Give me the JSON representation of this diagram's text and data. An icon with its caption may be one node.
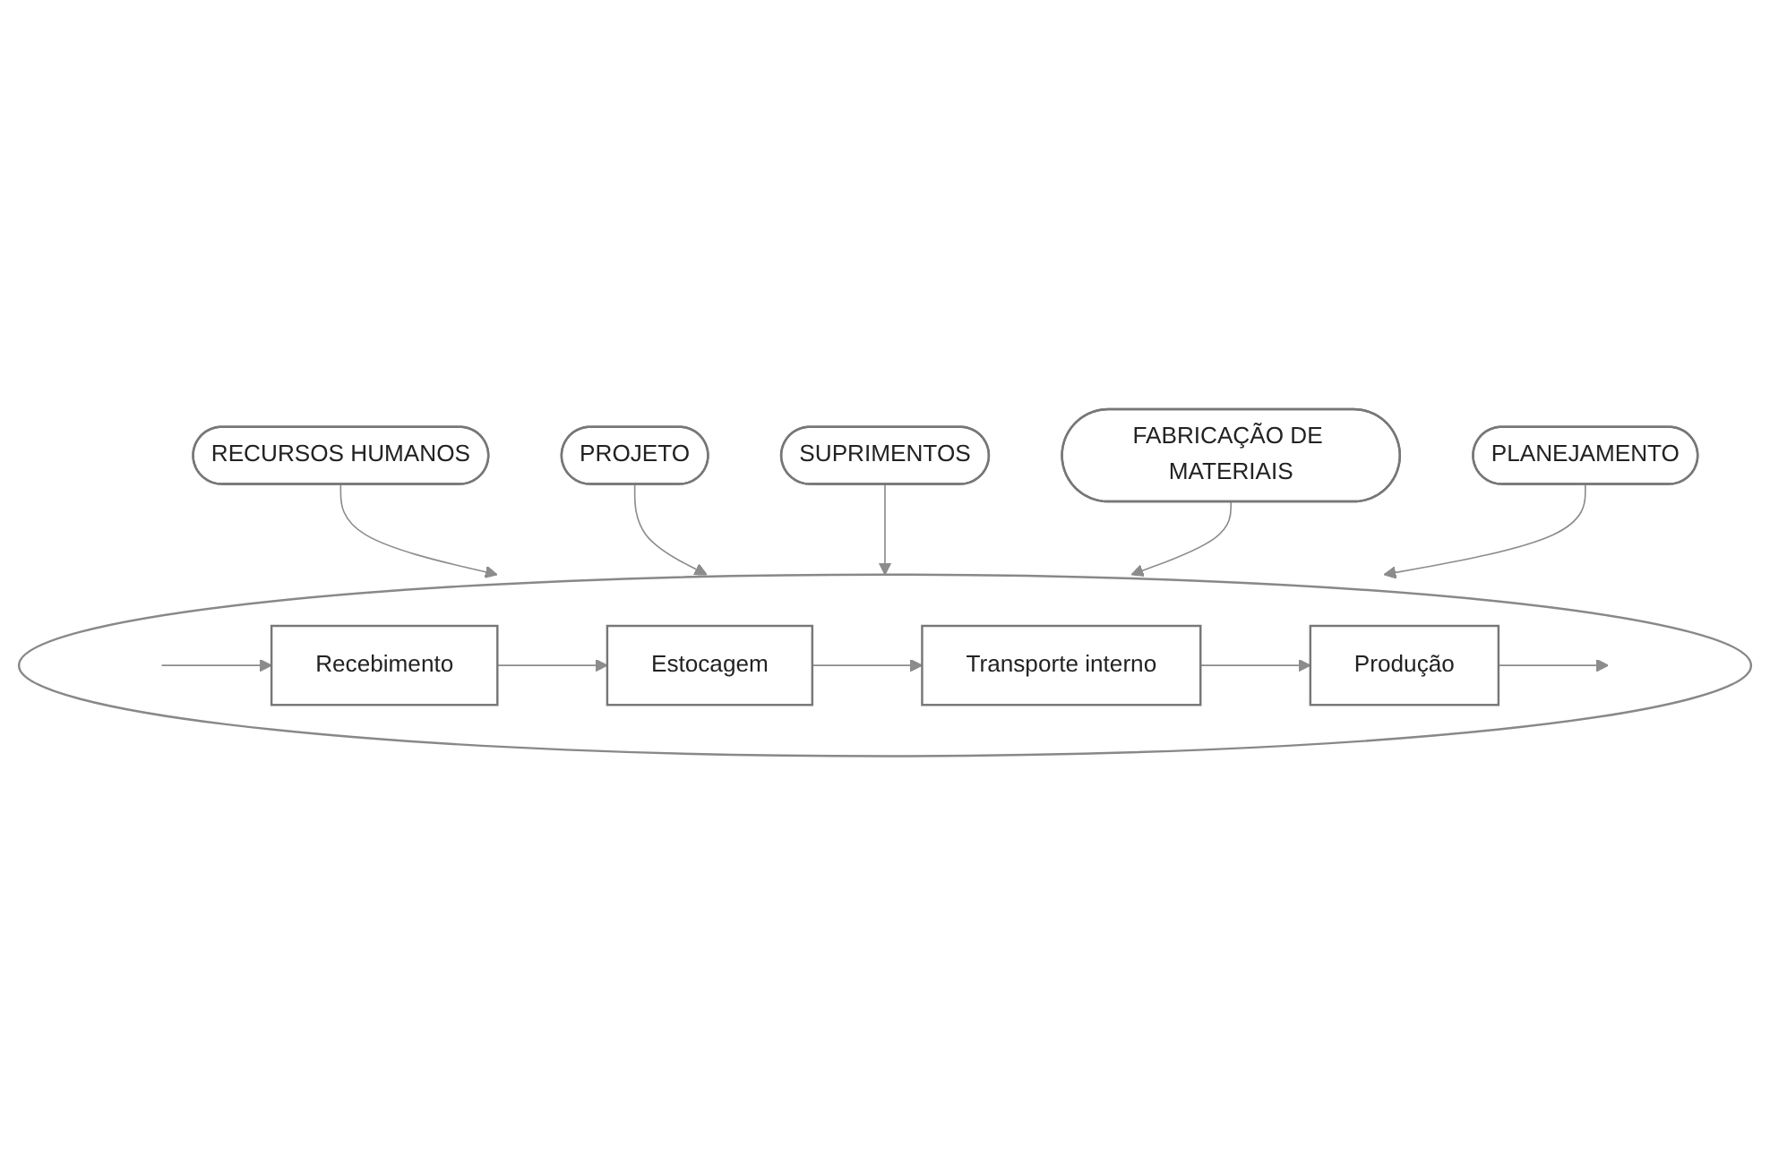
{
  "diagram": {
    "nodes": [
      {
        "text": [
          "RECURSOS HUMANOS"
        ]
      },
      {
        "text": [
          "PROJETO"
        ]
      },
      {
        "text": [],
        "shape": "circle"
      },
      {
        "text": [
          "Recebimento"
        ],
        "in": 2
      },
      {
        "text": [
          "Estocagem"
        ],
        "in": 2
      },
      {
        "text": [
          "Transporte interno"
        ],
        "in": 2
      },
      {
        "text": [
          "Produção"
        ],
        "in": 2
      },
      {
        "text": [
          "SUPRIMENTOS"
        ]
      },
      {
        "text": [
          "PLANEJAMENTO"
        ]
      },
      {
        "text": [
          "FABRICAÇÃO DE MATERIAIS"
        ]
      }
    ],
    "edges": [
      {
        "from": 0,
        "to": 2,
        "arrow": "to"
      },
      {
        "from": 1,
        "to": 2,
        "arrow": "to"
      },
      {
        "from": null,
        "to": 3,
        "arrow": "to"
      },
      {
        "from": 3,
        "to": 4,
        "arrow": "to"
      },
      {
        "from": 4,
        "to": 5,
        "arrow": "to"
      },
      {
        "from": 5,
        "to": 6,
        "arrow": "to"
      },
      {
        "from": 6,
        "to": null,
        "arrow": "to"
      },
      {
        "from": 7,
        "to": 2,
        "arrow": "to"
      },
      {
        "from": 9,
        "to": 2,
        "arrow": "to"
      },
      {
        "from": 8,
        "to": 2,
        "arrow": "to"
      }
    ]
  }
}
